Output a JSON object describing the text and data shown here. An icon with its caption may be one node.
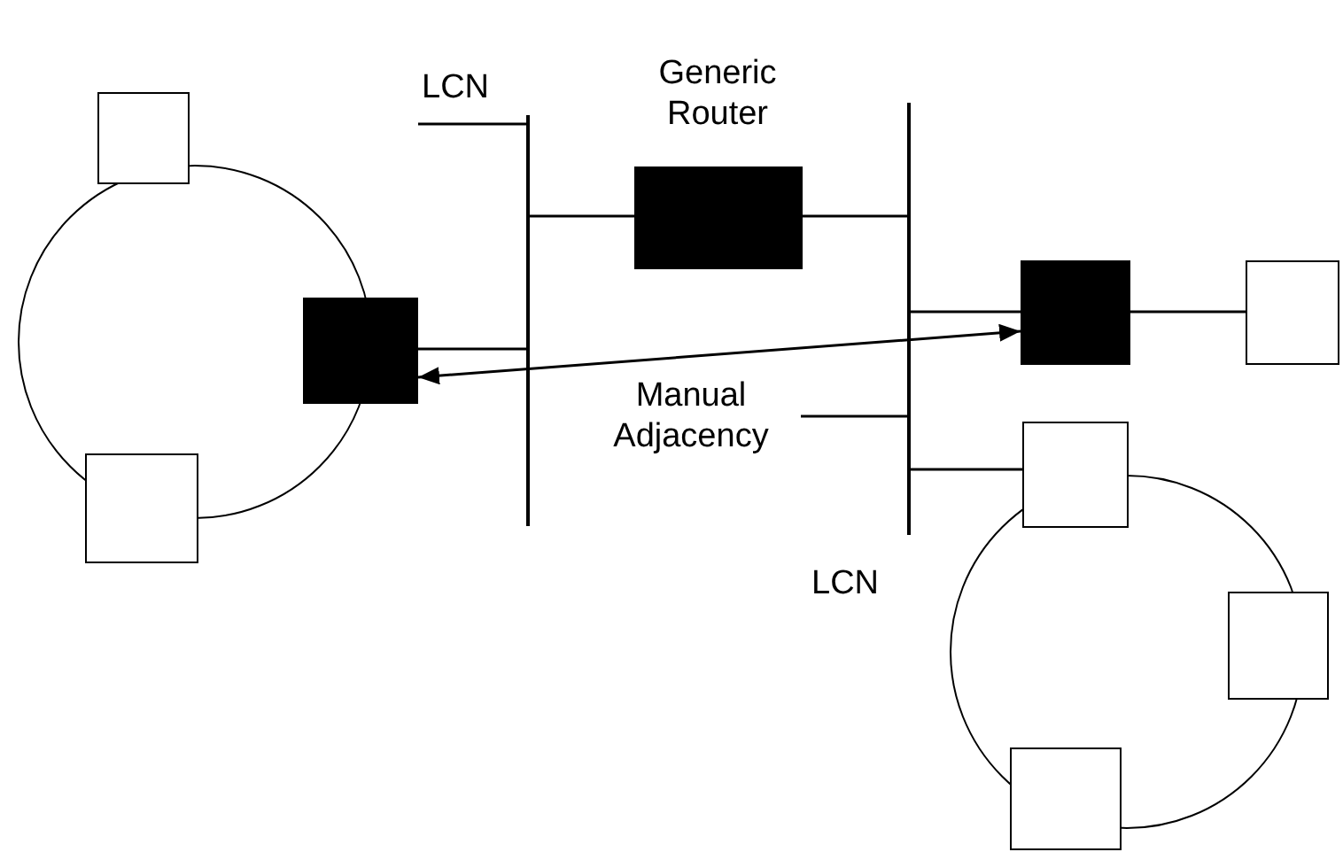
{
  "diagram": {
    "nodes": [
      {
        "text": [],
        "shape": "bar"
      },
      {
        "text": [],
        "shape": "bar"
      },
      {
        "text": [],
        "shape": "box",
        "beside": [
          "Generic Router"
        ]
      },
      {
        "text": [],
        "shape": "circle"
      },
      {
        "text": [],
        "shape": "box"
      },
      {
        "text": [],
        "shape": "box"
      },
      {
        "text": [],
        "shape": "box"
      },
      {
        "text": [],
        "shape": "box"
      },
      {
        "text": [],
        "shape": "box"
      },
      {
        "text": [],
        "shape": "circle"
      },
      {
        "text": [],
        "shape": "box"
      },
      {
        "text": [],
        "shape": "box"
      },
      {
        "text": [],
        "shape": "box"
      }
    ],
    "edges": [
      {
        "from": 0,
        "to": 2,
        "arrow": "none"
      },
      {
        "from": 2,
        "to": 1,
        "arrow": "none"
      },
      {
        "from": 5,
        "to": 0,
        "arrow": "none"
      },
      {
        "from": 1,
        "to": 7,
        "arrow": "none"
      },
      {
        "from": 7,
        "to": 8,
        "arrow": "none"
      },
      {
        "from": 1,
        "to": 10,
        "arrow": "none"
      },
      {
        "from": 5,
        "to": 7,
        "arrow": "both",
        "label": "Manual Adjacency"
      }
    ],
    "labels": [
      "LCN",
      "LCN"
    ]
  }
}
